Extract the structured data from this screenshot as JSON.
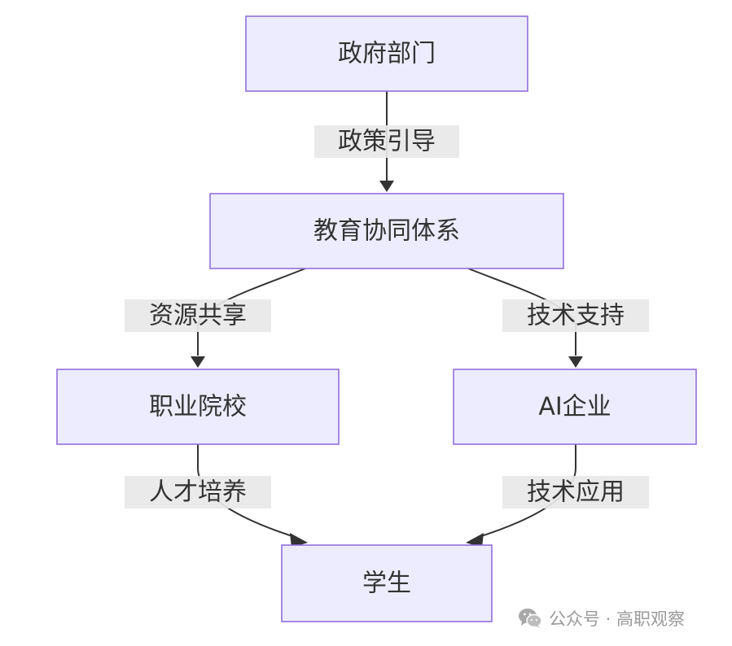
{
  "nodes": {
    "government": "政府部门",
    "collaboration": "教育协同体系",
    "vocational": "职业院校",
    "ai_enterprise": "AI企业",
    "students": "学生"
  },
  "edges": {
    "policy": "政策引导",
    "resources": "资源共享",
    "tech_support": "技术支持",
    "talent": "人才培养",
    "tech_application": "技术应用"
  },
  "watermark": {
    "icon": "wechat-icon",
    "text": "公众号 · 高职观察"
  },
  "colors": {
    "node_fill": "#ececfe",
    "node_stroke": "#9370db",
    "line": "#333333",
    "label_bg": "#e8e8e8"
  }
}
